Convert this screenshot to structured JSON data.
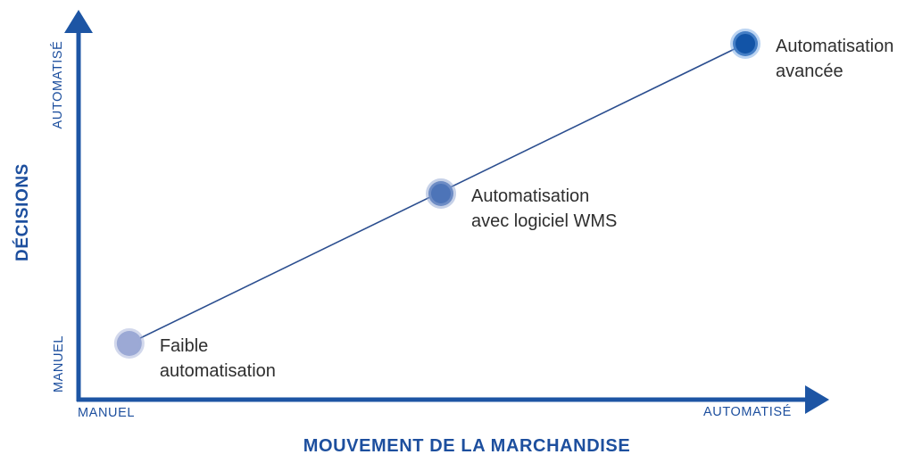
{
  "chart_data": {
    "type": "scatter",
    "title": "",
    "xlabel": "MOUVEMENT DE LA MARCHANDISE",
    "ylabel": "DÉCISIONS",
    "x_ticks": [
      "MANUEL",
      "AUTOMATISÉ"
    ],
    "y_ticks": [
      "MANUEL",
      "AUTOMATISÉ"
    ],
    "x_range": [
      0,
      1
    ],
    "y_range": [
      0,
      1
    ],
    "grid": false,
    "legend": "none",
    "trend_line": {
      "from_point_index": 0,
      "to_point_index": 2,
      "color": "#2b4e8f",
      "width": 1.6
    },
    "points": [
      {
        "x": 0.07,
        "y": 0.15,
        "label": "Faible automatisation",
        "label_line1": "Faible",
        "label_line2": "automatisation",
        "fill": "#9ca9d5",
        "halo": "rgba(156,169,213,0.45)"
      },
      {
        "x": 0.5,
        "y": 0.55,
        "label": "Automatisation avec logiciel WMS",
        "label_line1": "Automatisation",
        "label_line2": "avec logiciel WMS",
        "fill": "#4d74b8",
        "halo": "rgba(141,164,210,0.5)"
      },
      {
        "x": 0.92,
        "y": 0.95,
        "label": "Automatisation avancée",
        "label_line1": "Automatisation",
        "label_line2": "avancée",
        "fill": "#1254a7",
        "halo": "rgba(120,170,230,0.5)"
      }
    ]
  },
  "labels": {
    "y_axis_title": "DÉCISIONS",
    "y_tick_top": "AUTOMATISÉ",
    "y_tick_bottom": "MANUEL",
    "x_tick_left": "MANUEL",
    "x_tick_right": "AUTOMATISÉ",
    "x_axis_title": "MOUVEMENT DE LA MARCHANDISE"
  },
  "colors": {
    "axis": "#1d55a4",
    "axis_text": "#1d4f9e",
    "trend_line": "#2b4e8f",
    "point_label_text": "#2e2e2e",
    "background": "#ffffff"
  }
}
